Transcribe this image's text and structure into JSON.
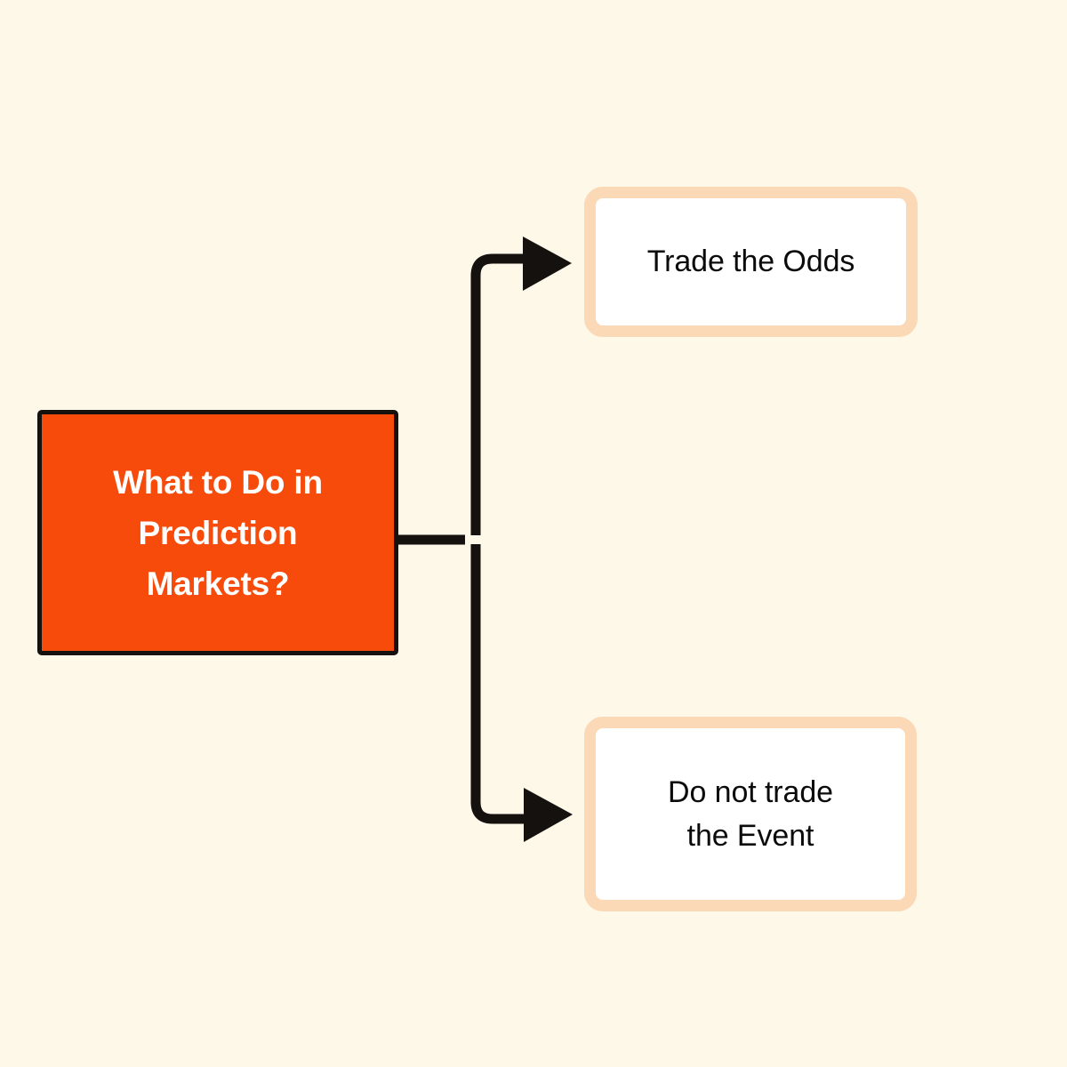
{
  "diagram": {
    "title": "What to Do in Prediction Markets?",
    "type": "flowchart",
    "orientation": "left-to-right",
    "background_color": "#FDF8E8",
    "root": {
      "label": "What to Do in\nPrediction\nMarkets?",
      "fill_color": "#F64B0A",
      "border_color": "#14110E",
      "text_color": "#FFFFFF"
    },
    "branches": [
      {
        "id": "trade-the-odds",
        "label": "Trade the Odds",
        "fill_color": "#FFFFFF",
        "border_color": "#FBD8B6",
        "text_color": "#0B0B0B"
      },
      {
        "id": "do-not-trade-the-event",
        "label": "Do not trade\nthe Event",
        "fill_color": "#FFFFFF",
        "border_color": "#FBD8B6",
        "text_color": "#0B0B0B"
      }
    ],
    "connectors": {
      "color": "#14110E",
      "style": "elbow-with-arrowhead",
      "count": 2
    }
  }
}
